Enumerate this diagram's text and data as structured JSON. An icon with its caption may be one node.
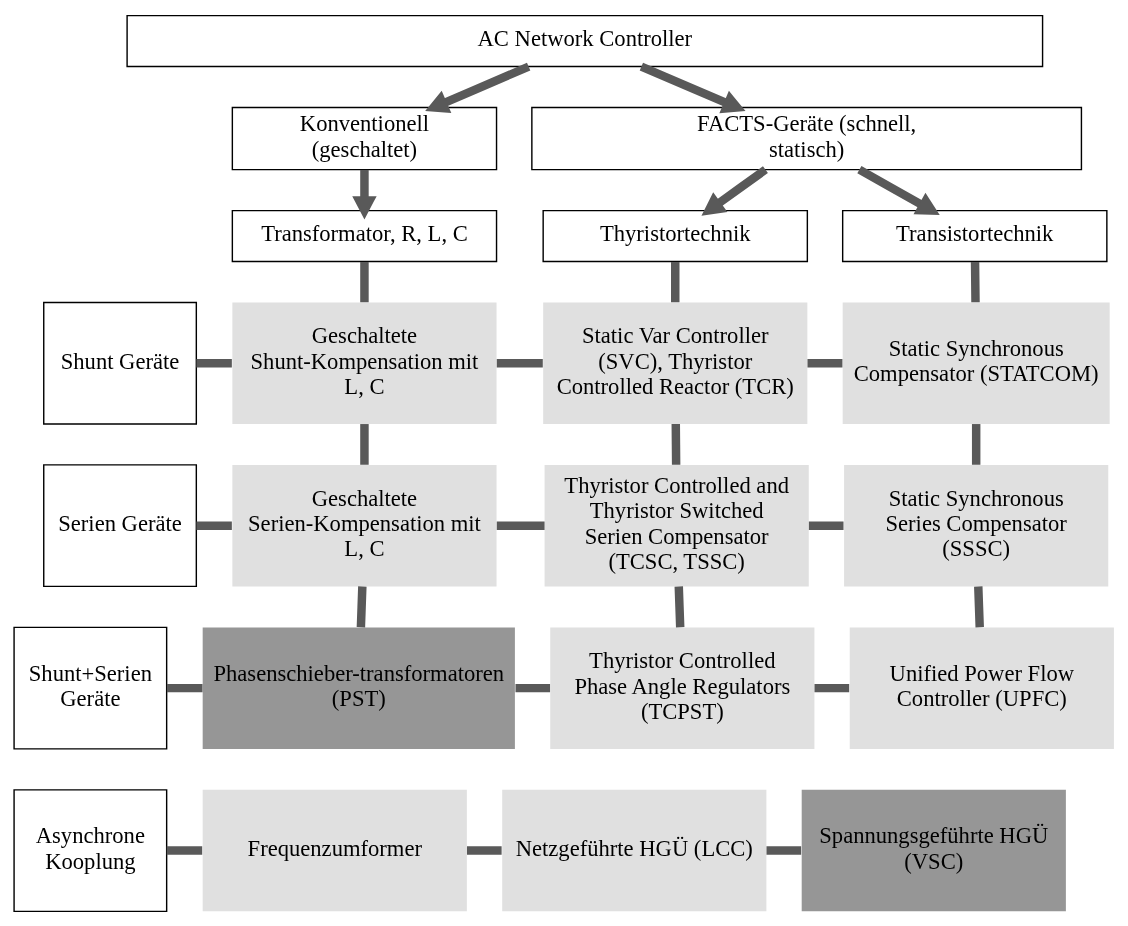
{
  "diagram": {
    "nodes": [
      {
        "text": [
          "AC Network Controller"
        ]
      },
      {
        "text": [
          "Konventionell (geschaltet)"
        ]
      },
      {
        "text": [
          "FACTS-Geräte (schnell, statisch)"
        ]
      },
      {
        "text": [
          "Transformator, R, L, C"
        ]
      },
      {
        "text": [
          "Thyristortechnik"
        ]
      },
      {
        "text": [
          "Transistortechnik"
        ]
      },
      {
        "text": [
          "Shunt Geräte"
        ]
      },
      {
        "text": [
          "Geschaltete Shunt-Kompensation mit L, C"
        ]
      },
      {
        "text": [
          "Static Var Controller (SVC), Thyristor Controlled Reactor (TCR)"
        ]
      },
      {
        "text": [
          "Static Synchronous Compensator (STATCOM)"
        ]
      },
      {
        "text": [
          "Serien Geräte"
        ]
      },
      {
        "text": [
          "Geschaltete Serien-Kompensation mit L, C"
        ]
      },
      {
        "text": [
          "Thyristor Controlled and Thyristor Switched Serien Compensator (TCSC, TSSC)"
        ]
      },
      {
        "text": [
          "Static Synchronous Series Compensator (SSSC)"
        ]
      },
      {
        "text": [
          "Shunt+Serien Geräte"
        ]
      },
      {
        "text": [
          "Phasenschieber-transformatoren (PST)"
        ]
      },
      {
        "text": [
          "Thyristor Controlled Phase Angle Regulators (TCPST)"
        ]
      },
      {
        "text": [
          "Unified Power Flow Controller (UPFC)"
        ]
      },
      {
        "text": [
          "Asynchrone Kooplung"
        ]
      },
      {
        "text": [
          "Frequenzumformer"
        ]
      },
      {
        "text": [
          "Netzgeführte HGÜ (LCC)"
        ]
      },
      {
        "text": [
          "Spannungsgeführte HGÜ (VSC)"
        ]
      }
    ],
    "edges": [
      {
        "from": 0,
        "to": 1,
        "arrow": "to"
      },
      {
        "from": 0,
        "to": 2,
        "arrow": "to"
      },
      {
        "from": 1,
        "to": 3,
        "arrow": "to"
      },
      {
        "from": 2,
        "to": 4,
        "arrow": "to"
      },
      {
        "from": 2,
        "to": 5,
        "arrow": "to"
      },
      {
        "from": 3,
        "to": 7,
        "arrow": "none"
      },
      {
        "from": 4,
        "to": 8,
        "arrow": "none"
      },
      {
        "from": 5,
        "to": 9,
        "arrow": "none"
      },
      {
        "from": 6,
        "to": 7,
        "arrow": "none"
      },
      {
        "from": 7,
        "to": 8,
        "arrow": "none"
      },
      {
        "from": 8,
        "to": 9,
        "arrow": "none"
      },
      {
        "from": 7,
        "to": 11,
        "arrow": "none"
      },
      {
        "from": 8,
        "to": 12,
        "arrow": "none"
      },
      {
        "from": 9,
        "to": 13,
        "arrow": "none"
      },
      {
        "from": 10,
        "to": 11,
        "arrow": "none"
      },
      {
        "from": 11,
        "to": 12,
        "arrow": "none"
      },
      {
        "from": 12,
        "to": 13,
        "arrow": "none"
      },
      {
        "from": 11,
        "to": 15,
        "arrow": "none"
      },
      {
        "from": 12,
        "to": 16,
        "arrow": "none"
      },
      {
        "from": 13,
        "to": 17,
        "arrow": "none"
      },
      {
        "from": 14,
        "to": 15,
        "arrow": "none"
      },
      {
        "from": 15,
        "to": 16,
        "arrow": "none"
      },
      {
        "from": 16,
        "to": 17,
        "arrow": "none"
      },
      {
        "from": 18,
        "to": 19,
        "arrow": "none"
      },
      {
        "from": 19,
        "to": 20,
        "arrow": "none"
      },
      {
        "from": 20,
        "to": 21,
        "arrow": "none"
      }
    ]
  }
}
